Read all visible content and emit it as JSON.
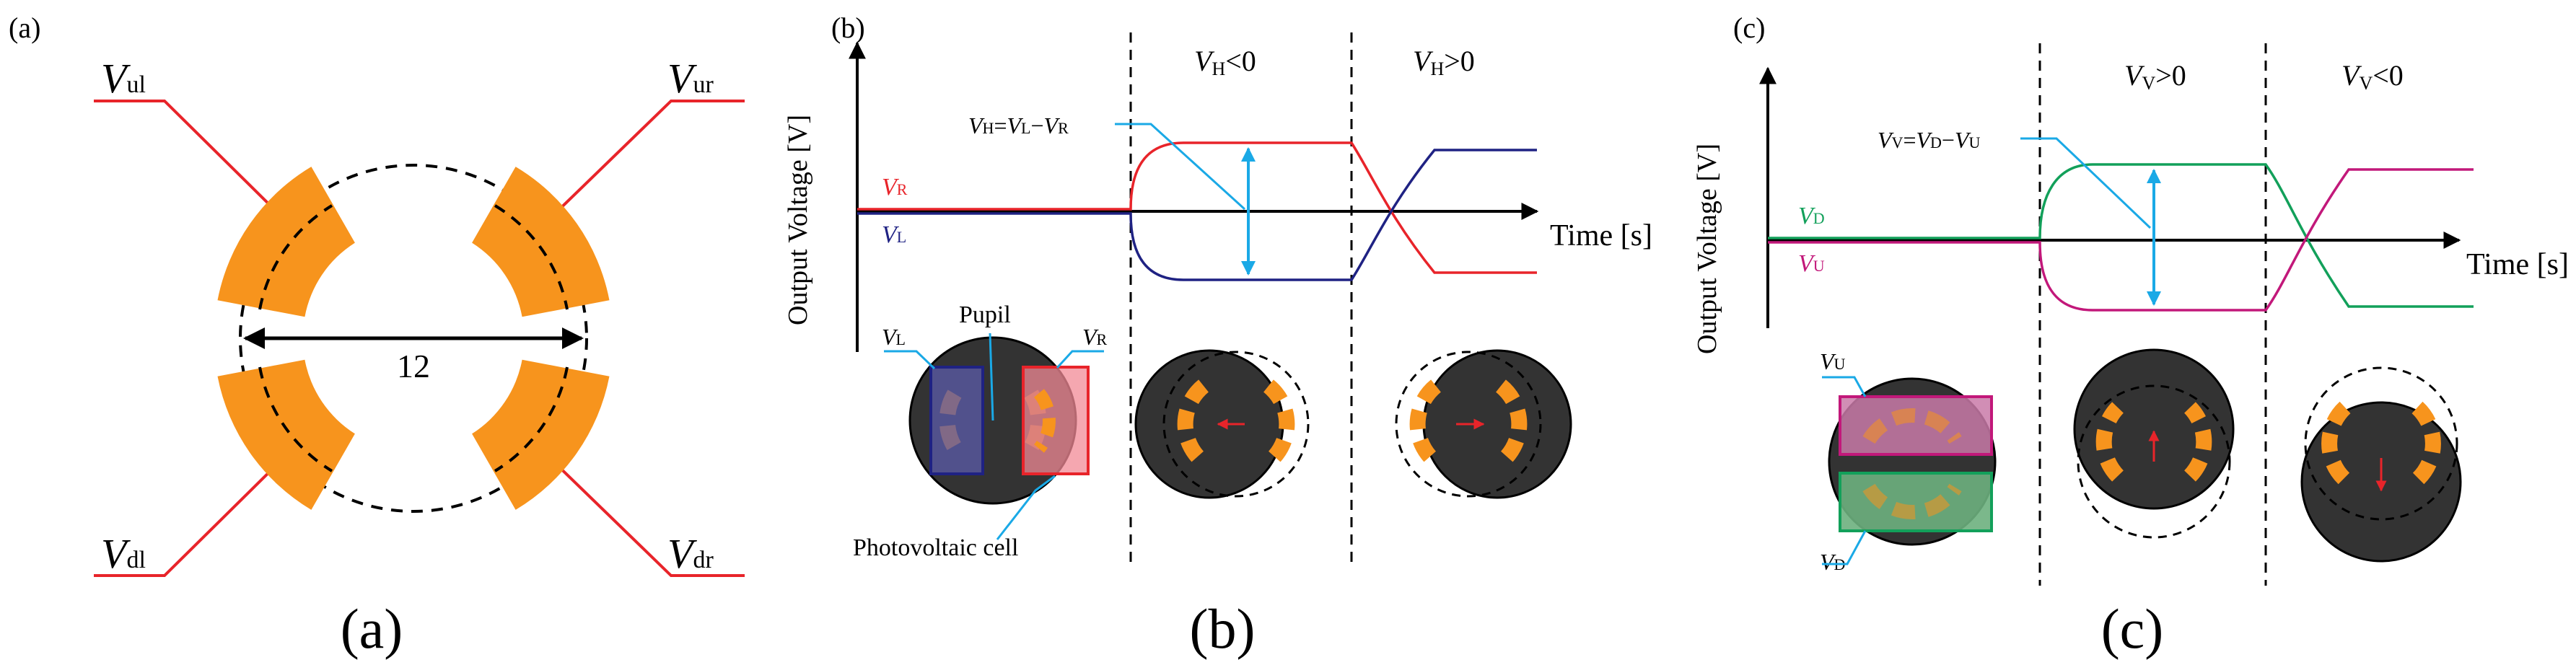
{
  "colors": {
    "orange": "#f7941d",
    "red": "#e8242a",
    "navy": "#1f2283",
    "green": "#12a05a",
    "magenta": "#c2187a",
    "cyan": "#1aa9e6",
    "eye": "#333333",
    "black": "#000000"
  },
  "panel_a": {
    "corner_label": "(a)",
    "caption": "(a)",
    "v_ul_main": "V",
    "v_ul_sub": "ul",
    "v_ur_main": "V",
    "v_ur_sub": "ur",
    "v_dl_main": "V",
    "v_dl_sub": "dl",
    "v_dr_main": "V",
    "v_dr_sub": "dr",
    "diameter": "12"
  },
  "panel_b": {
    "corner_label": "(b)",
    "caption": "(b)",
    "y_axis_label": "Output Voltage [V]",
    "x_axis_label": "Time [s]",
    "region1_main": "V",
    "region1_sub": "H",
    "region1_op": "<0",
    "region2_main": "V",
    "region2_sub": "H",
    "region2_op": ">0",
    "formula_v1": "V",
    "formula_s1": "H",
    "formula_eq": "=",
    "formula_v2": "V",
    "formula_s2": "L",
    "formula_minus": "−",
    "formula_v3": "V",
    "formula_s3": "R",
    "vr_main": "V",
    "vr_sub": "R",
    "vl_main": "V",
    "vl_sub": "L",
    "pupil_label": "Pupil",
    "cell_label": "Photovoltaic cell",
    "box_l_main": "V",
    "box_l_sub": "L",
    "box_r_main": "V",
    "box_r_sub": "R"
  },
  "panel_c": {
    "corner_label": "(c)",
    "caption": "(c)",
    "y_axis_label": "Output Voltage [V]",
    "x_axis_label": "Time [s]",
    "region1_main": "V",
    "region1_sub": "V",
    "region1_op": ">0",
    "region2_main": "V",
    "region2_sub": "V",
    "region2_op": "<0",
    "formula_v1": "V",
    "formula_s1": "V",
    "formula_eq": "=",
    "formula_v2": "V",
    "formula_s2": "D",
    "formula_minus": "−",
    "formula_v3": "V",
    "formula_s3": "U",
    "vd_main": "V",
    "vd_sub": "D",
    "vu_main": "V",
    "vu_sub": "U",
    "box_u_main": "V",
    "box_u_sub": "U",
    "box_d_main": "V",
    "box_d_sub": "D"
  }
}
